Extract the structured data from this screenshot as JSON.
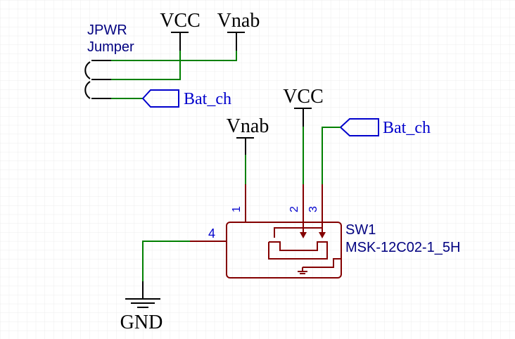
{
  "colors": {
    "wire": "#008000",
    "power": "#000000",
    "label": "#0000cc",
    "symbol": "#840000",
    "ref_text": "#000080",
    "pin_num": "#0000cc",
    "grid": "#e8e8e8"
  },
  "jumper": {
    "ref": "JPWR",
    "value": "Jumper"
  },
  "power_symbols": {
    "vcc_top": "VCC",
    "vnab_top": "Vnab",
    "vcc_mid": "VCC",
    "vnab_left": "Vnab",
    "gnd": "GND"
  },
  "net_labels": {
    "bat_ch_top": "Bat_ch",
    "bat_ch_right": "Bat_ch"
  },
  "switch": {
    "ref": "SW1",
    "value": "MSK-12C02-1_5H",
    "pins": [
      "1",
      "2",
      "3",
      "4"
    ]
  }
}
